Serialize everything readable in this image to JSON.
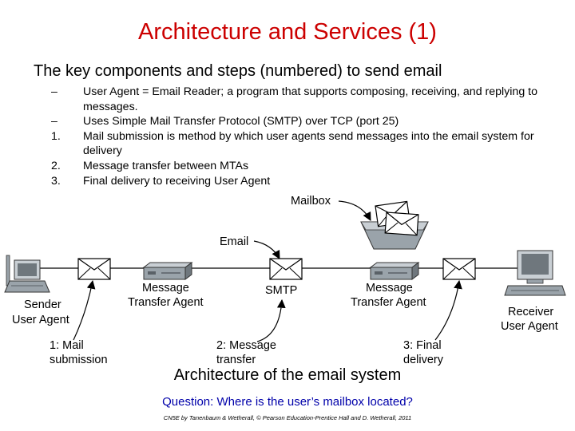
{
  "slide": {
    "title": "Architecture and Services (1)",
    "subtitle": "The key components and steps (numbered) to send email",
    "bullets": [
      {
        "marker": "–",
        "text": "User Agent = Email Reader; a program that supports composing, receiving, and replying to messages."
      },
      {
        "marker": "–",
        "text": "Uses Simple Mail Transfer Protocol (SMTP) over TCP (port 25)"
      },
      {
        "marker": "1.",
        "text": "Mail submission is method by which user agents send messages into the email system for delivery"
      },
      {
        "marker": "2.",
        "text": "Message transfer between MTAs"
      },
      {
        "marker": "3.",
        "text": "Final delivery to receiving User Agent"
      }
    ],
    "caption": "Architecture of the email system",
    "question": "Question: Where is the user’s mailbox located?",
    "credit": "CN5E by Tanenbaum & Wetherall, © Pearson Education-Prentice Hall and D. Wetherall, 2011"
  },
  "diagram": {
    "mailbox": "Mailbox",
    "email": "Email",
    "smtp": "SMTP",
    "mta_left": [
      "Message",
      "Transfer Agent"
    ],
    "mta_right": [
      "Message",
      "Transfer Agent"
    ],
    "sender": [
      "Sender",
      "User Agent"
    ],
    "receiver": [
      "Receiver",
      "User Agent"
    ],
    "step1": [
      "1: Mail",
      "submission"
    ],
    "step2": [
      "2: Message",
      "transfer"
    ],
    "step3": [
      "3: Final",
      "delivery"
    ]
  },
  "colors": {
    "title": "#cc0000",
    "question": "#0000aa",
    "device": "#9aa3aa"
  }
}
